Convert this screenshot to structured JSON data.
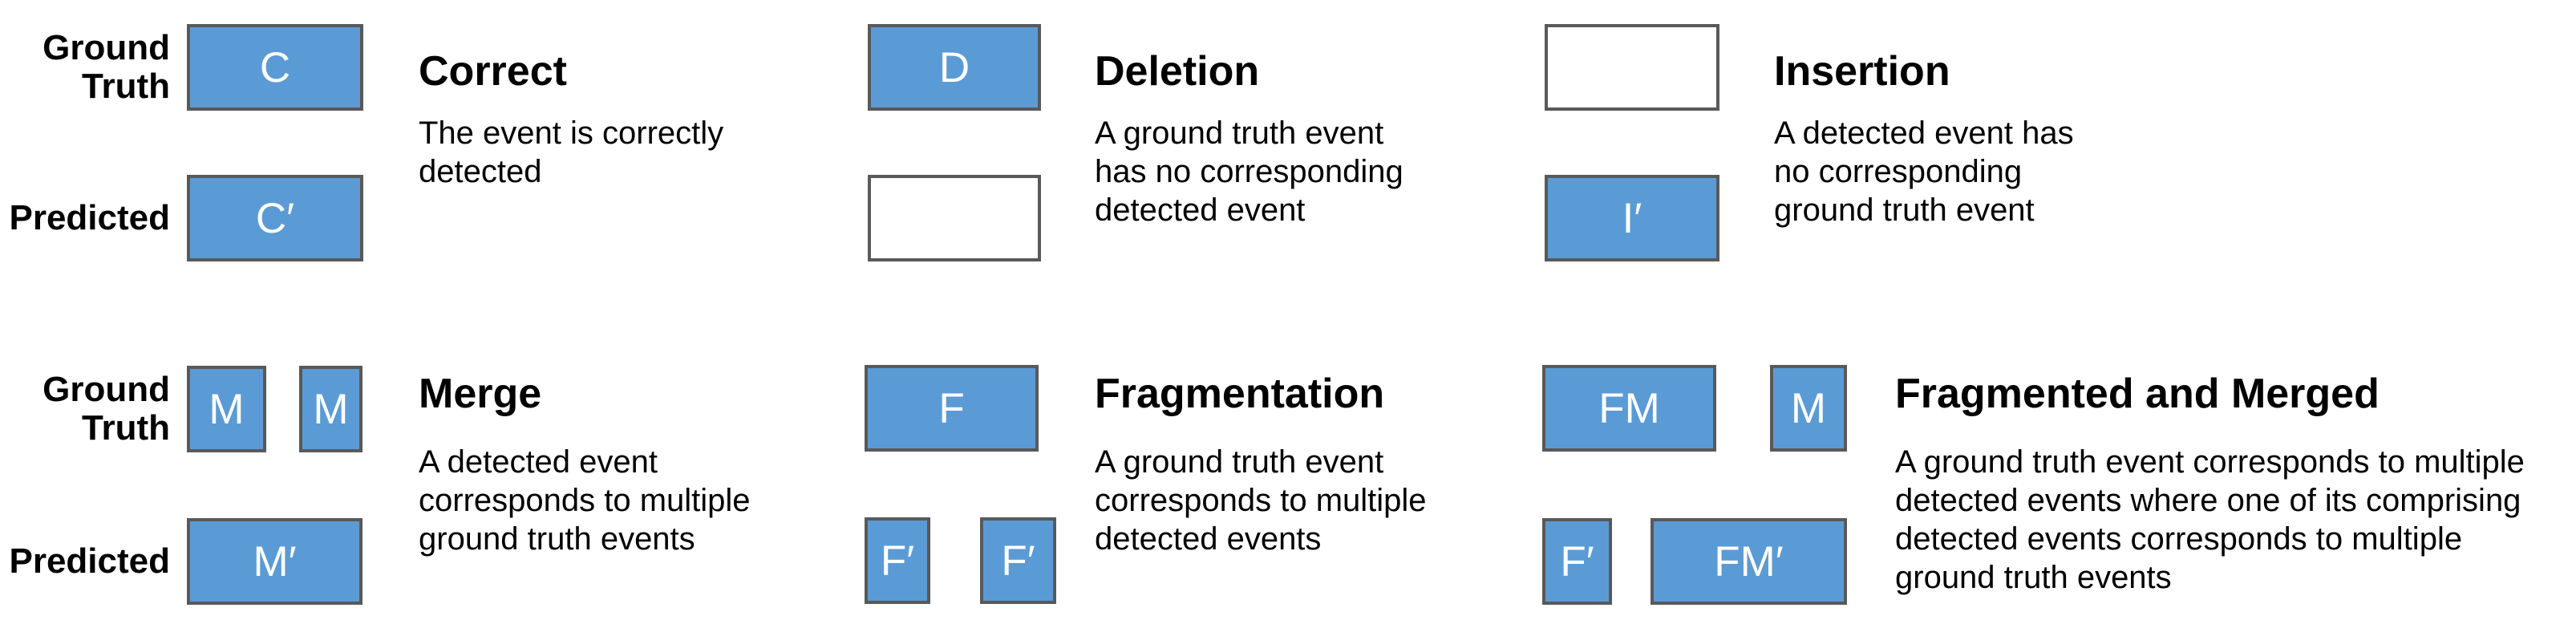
{
  "colors": {
    "background": "#ffffff",
    "event_fill": "#5b9bd5",
    "event_border": "#595959",
    "empty_fill": "#ffffff",
    "event_label_text": "#ffffff",
    "text": "#000000"
  },
  "row_labels": {
    "ground_truth": "Ground\nTruth",
    "predicted": "Predicted"
  },
  "panels": [
    {
      "id": "correct",
      "title": "Correct",
      "description": "The event is correctly\ndetected",
      "ground_truth_events": [
        {
          "label": "C",
          "filled": true
        }
      ],
      "predicted_events": [
        {
          "label": "C′",
          "filled": true
        }
      ]
    },
    {
      "id": "deletion",
      "title": "Deletion",
      "description": "A ground truth event\nhas no corresponding\ndetected event",
      "ground_truth_events": [
        {
          "label": "D",
          "filled": true
        }
      ],
      "predicted_events": [
        {
          "label": "",
          "filled": false
        }
      ]
    },
    {
      "id": "insertion",
      "title": "Insertion",
      "description": "A detected event has\nno corresponding\nground truth event",
      "ground_truth_events": [
        {
          "label": "",
          "filled": false
        }
      ],
      "predicted_events": [
        {
          "label": "I′",
          "filled": true
        }
      ]
    },
    {
      "id": "merge",
      "title": "Merge",
      "description": "A detected event\ncorresponds to multiple\nground truth events",
      "ground_truth_events": [
        {
          "label": "M",
          "filled": true
        },
        {
          "label": "M",
          "filled": true
        }
      ],
      "predicted_events": [
        {
          "label": "M′",
          "filled": true
        }
      ]
    },
    {
      "id": "fragmentation",
      "title": "Fragmentation",
      "description": "A ground truth event\ncorresponds to multiple\ndetected events",
      "ground_truth_events": [
        {
          "label": "F",
          "filled": true
        }
      ],
      "predicted_events": [
        {
          "label": "F′",
          "filled": true
        },
        {
          "label": "F′",
          "filled": true
        }
      ]
    },
    {
      "id": "fragmented-and-merged",
      "title": "Fragmented and Merged",
      "description": "A ground truth event corresponds to multiple\ndetected events where one of its comprising\ndetected events corresponds to multiple\nground truth events",
      "ground_truth_events": [
        {
          "label": "FM",
          "filled": true
        },
        {
          "label": "M",
          "filled": true
        }
      ],
      "predicted_events": [
        {
          "label": "F′",
          "filled": true
        },
        {
          "label": "FM′",
          "filled": true
        }
      ]
    }
  ]
}
